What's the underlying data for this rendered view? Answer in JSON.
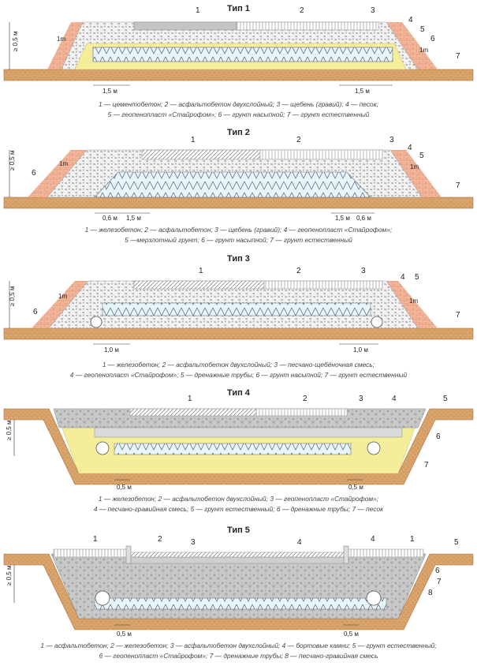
{
  "panels": [
    {
      "title": "Тип 1",
      "caption_lines": [
        "1 — цементобетон; 2 — асфальтобетон двухслойный; 3 — щебень (гравий); 4 — песок;",
        "5 — геопенопласт «Стайрофом»; 6 — грунт насыпной; 7 — грунт естественный"
      ],
      "dims": {
        "left": "1,5 м",
        "right": "1,5 м",
        "height": "≥ 0,5 м",
        "slope": "1m",
        "slope_right": "1m"
      }
    },
    {
      "title": "Тип 2",
      "caption_lines": [
        "1 — железобетон; 2 — асфальтобетон; 3 — щебень (гравий); 4 — геопенопласт «Стайрофом»;",
        "5 —мерзлотный грунт; 6 — грунт насыпной; 7 — грунт естественный"
      ],
      "dims": {
        "a": "0,6 м",
        "b": "1,5 м",
        "c": "1,5 м",
        "d": "0,6 м",
        "height": "≥ 0,5 м",
        "slope": "1m",
        "slope_right": "1m"
      }
    },
    {
      "title": "Тип 3",
      "caption_lines": [
        "1 — железобетон; 2 — асфальтобетон двухслойный; 3 — песчано-щебёночная смесь;",
        "4 — геопенопласт «Стайрофом»; 5 — дренажные трубы; 6 — грунт насыпной; 7 — грунт естественный"
      ],
      "dims": {
        "left": "1,0 м",
        "right": "1,0 м",
        "height": "≥ 0,5 м",
        "slope": "1m",
        "slope_right": "1m"
      }
    },
    {
      "title": "Тип 4",
      "caption_lines": [
        "1 — железобетон; 2 — асфальтобетон двухслойный; 3 — геопенопласт «Стайрофом»;",
        "4 — песчано-гравийная смесь; 5 — грунт естественный; 6 — дренажные трубы; 7 — песок"
      ],
      "dims": {
        "left": "0,5 м",
        "right": "0,5 м",
        "height": "≥ 0,5 м"
      }
    },
    {
      "title": "Тип 5",
      "caption_lines": [
        "1 — асфальтобетон; 2 — железобетон; 3 — асфальтобетон двухслойный; 4 — бортовые камни; 5 — грунт естественный;",
        "6 — геопенопласт «Стайрофом»; 7 — дренажные трубы; 8 — песчано-гравийная смесь"
      ],
      "dims": {
        "left": "0,5 м",
        "right": "0,5 м",
        "height": "≥ 0,5 м"
      }
    }
  ],
  "callouts": {
    "p1": [
      "1",
      "2",
      "3",
      "4",
      "5",
      "6",
      "7"
    ],
    "p2": [
      "1",
      "2",
      "3",
      "4",
      "5",
      "6",
      "7"
    ],
    "p3": [
      "1",
      "2",
      "3",
      "4",
      "5",
      "6",
      "7"
    ],
    "p4": [
      "1",
      "2",
      "3",
      "4",
      "5",
      "6",
      "7"
    ],
    "p5": [
      "1",
      "2",
      "3",
      "4",
      "4",
      "1",
      "5",
      "6",
      "7",
      "8"
    ]
  },
  "colors": {
    "soil": "#d9a46b",
    "soil_edge": "#a8703a",
    "foam": "#f4ee9a",
    "gravel": "#eeeeee",
    "brick": "#f0b49a",
    "concrete": "#c9c9c9",
    "geofoam_blue": "#d5eef2"
  }
}
